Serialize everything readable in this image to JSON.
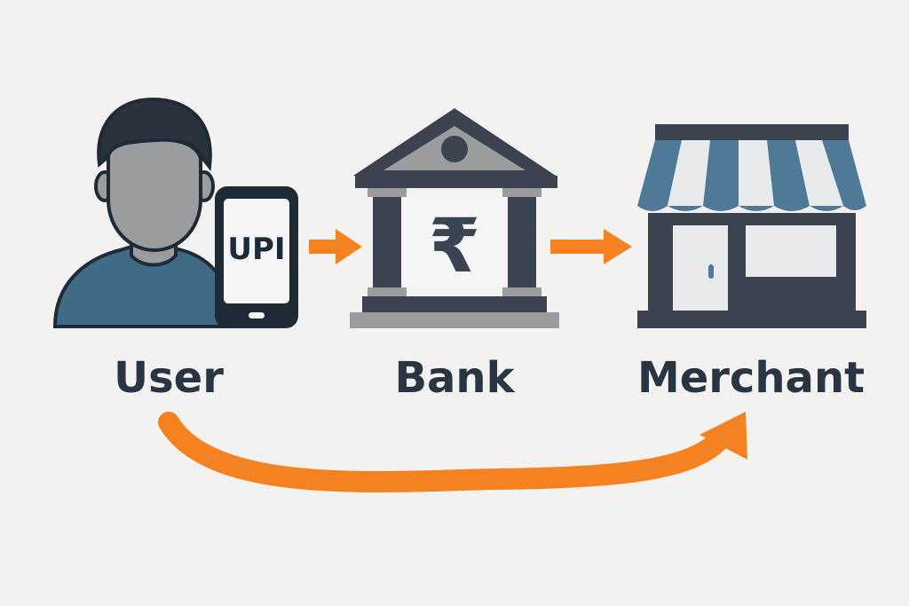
{
  "nodes": {
    "user": {
      "label": "User"
    },
    "bank": {
      "label": "Bank"
    },
    "merchant": {
      "label": "Merchant"
    }
  },
  "phone": {
    "screen_text": "UPI"
  },
  "bank_icon": {
    "symbol": "₹"
  },
  "icons": {
    "user": "person-icon",
    "phone": "smartphone-icon",
    "bank": "bank-building-icon",
    "merchant": "storefront-icon"
  },
  "colors": {
    "background": "#f3f2f1",
    "arrow": "#f58220",
    "text": "#2a3543",
    "icon_dark": "#3b4350",
    "icon_gray": "#9a9c9e",
    "shirt": "#3f6b86",
    "awning_blue": "#4f7a97",
    "awning_white": "#e9eaeb"
  }
}
